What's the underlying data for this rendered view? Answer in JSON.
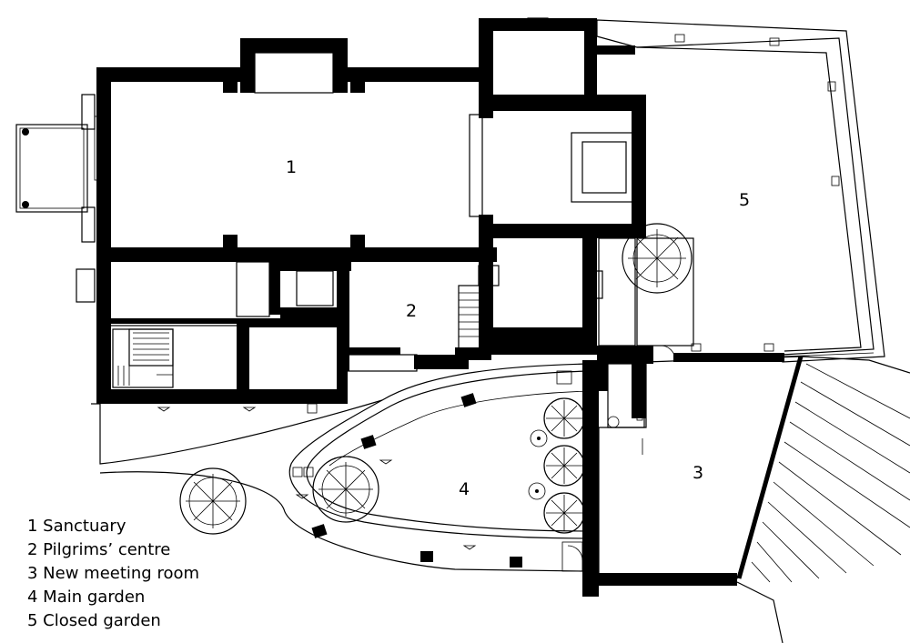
{
  "room_numbers": [
    {
      "id": "1",
      "text": "1"
    },
    {
      "id": "2",
      "text": "2"
    },
    {
      "id": "3",
      "text": "3"
    },
    {
      "id": "4",
      "text": "4"
    },
    {
      "id": "5",
      "text": "5"
    }
  ],
  "legend": [
    {
      "label": "1 Sanctuary"
    },
    {
      "label": "2 Pilgrims’ centre"
    },
    {
      "label": "3 New meeting room"
    },
    {
      "label": "4 Main garden"
    },
    {
      "label": "5 Closed garden"
    }
  ],
  "colors": {
    "ink": "#000000",
    "paper": "#ffffff"
  },
  "icons": [
    "tree-icon",
    "stair-icon",
    "column-icon",
    "door-arc-icon",
    "bench-icon"
  ]
}
